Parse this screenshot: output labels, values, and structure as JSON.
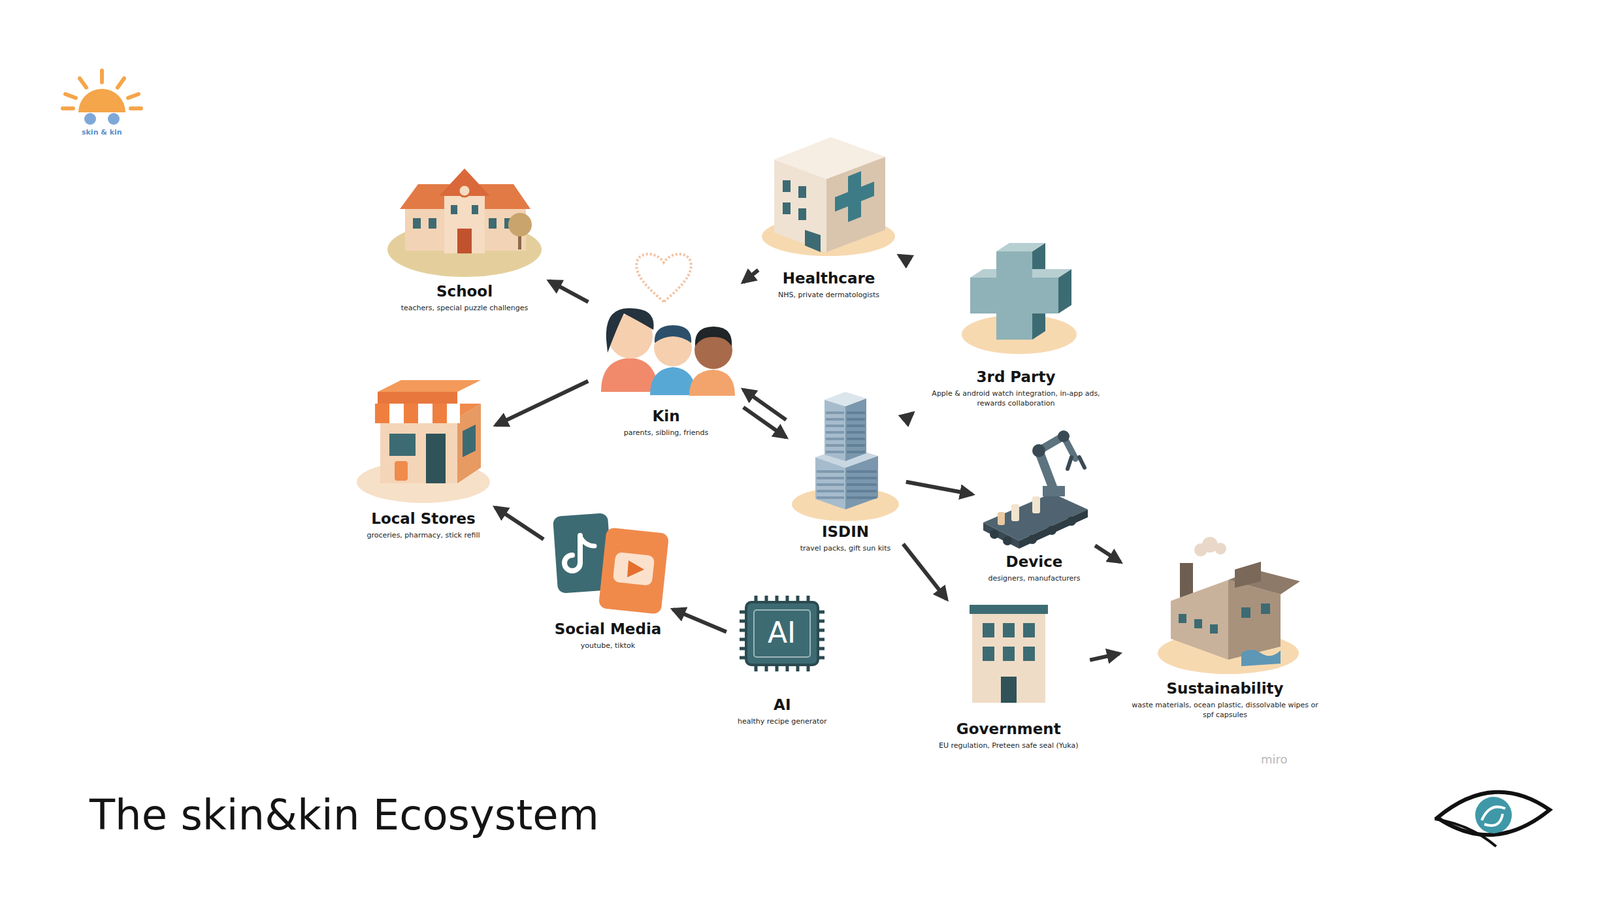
{
  "diagram": {
    "title": "The skin&kin Ecosystem",
    "nodes": [
      {
        "text": [
          "School",
          "teachers, special puzzle challenges"
        ]
      },
      {
        "text": [
          "Healthcare",
          "NHS, private dermatologists"
        ]
      },
      {
        "text": [
          "Kin",
          "parents, sibling, friends"
        ]
      },
      {
        "text": [
          "3rd Party",
          "Apple & android watch integration, in-app ads, rewards collaboration"
        ]
      },
      {
        "text": [
          "Local Stores",
          "groceries, pharmacy, stick refill"
        ]
      },
      {
        "text": [
          "ISDIN",
          "travel packs, gift sun kits"
        ]
      },
      {
        "text": [
          "Device",
          "designers, manufacturers"
        ]
      },
      {
        "text": [
          "Social Media",
          "youtube, tiktok"
        ]
      },
      {
        "text": [
          "AI",
          "healthy recipe generator"
        ]
      },
      {
        "text": [
          "Government",
          "EU regulation, Preteen safe seal (Yuka)"
        ]
      },
      {
        "text": [
          "Sustainability",
          "waste materials, ocean plastic, dissolvable wipes or spf capsules"
        ]
      }
    ],
    "edges": [
      {
        "from": 2,
        "to": 0,
        "arrow": "to"
      },
      {
        "from": 1,
        "to": 2,
        "arrow": "to"
      },
      {
        "from": 3,
        "to": 1,
        "arrow": "to"
      },
      {
        "from": 2,
        "to": 4,
        "arrow": "to"
      },
      {
        "from": 2,
        "to": 5,
        "arrow": "to"
      },
      {
        "from": 5,
        "to": 2,
        "arrow": "to"
      },
      {
        "from": 5,
        "to": 3,
        "arrow": "to"
      },
      {
        "from": 5,
        "to": 6,
        "arrow": "to"
      },
      {
        "from": 5,
        "to": 9,
        "arrow": "to"
      },
      {
        "from": 6,
        "to": 10,
        "arrow": "to"
      },
      {
        "from": 9,
        "to": 10,
        "arrow": "to"
      },
      {
        "from": 7,
        "to": 4,
        "arrow": "to"
      },
      {
        "from": 8,
        "to": 7,
        "arrow": "to"
      }
    ],
    "labels": [
      "skin & kin",
      "AI",
      "miro"
    ]
  }
}
